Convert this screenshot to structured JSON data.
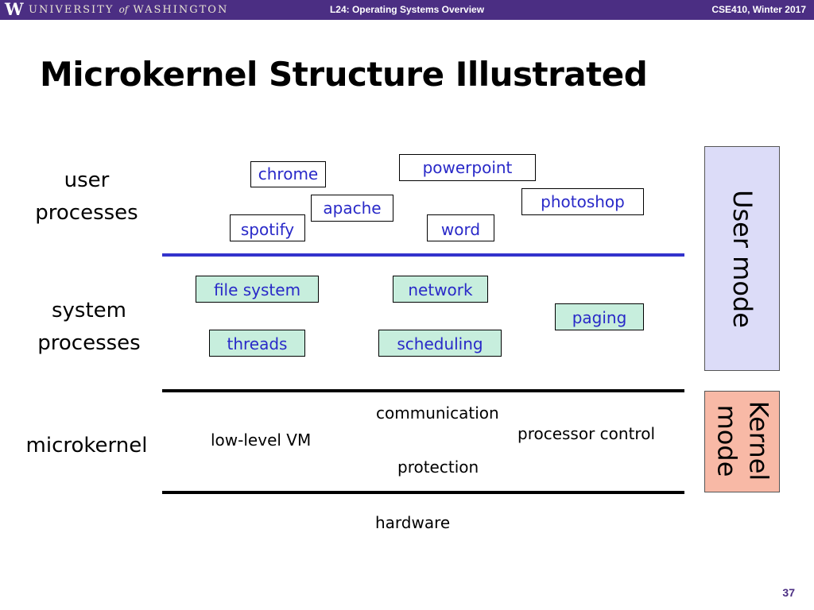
{
  "header": {
    "logo_letter": "W",
    "university_name_1": "UNIVERSITY",
    "university_name_of": "of",
    "university_name_2": "WASHINGTON",
    "lecture": "L24: Operating Systems Overview",
    "course": "CSE410, Winter 2017"
  },
  "title": "Microkernel Structure Illustrated",
  "row_labels": {
    "user_processes": [
      "user",
      "processes"
    ],
    "system_processes": [
      "system",
      "processes"
    ],
    "microkernel": "microkernel"
  },
  "user_processes": [
    "chrome",
    "powerpoint",
    "apache",
    "photoshop",
    "spotify",
    "word"
  ],
  "system_processes": [
    "file system",
    "network",
    "paging",
    "threads",
    "scheduling"
  ],
  "microkernel_items": [
    "communication",
    "processor control",
    "low-level VM",
    "protection"
  ],
  "hardware": "hardware",
  "modes": {
    "user": "User mode",
    "kernel": [
      "Kernel",
      "mode"
    ]
  },
  "colors": {
    "header_purple": "#4b2e83",
    "divider_blue": "#3333cc",
    "box_text_blue": "#2929c8",
    "system_box_green": "#c7eedd",
    "user_mode_lavender": "#dcdcf8",
    "kernel_mode_salmon": "#f8b9a6"
  },
  "page_number": "37"
}
